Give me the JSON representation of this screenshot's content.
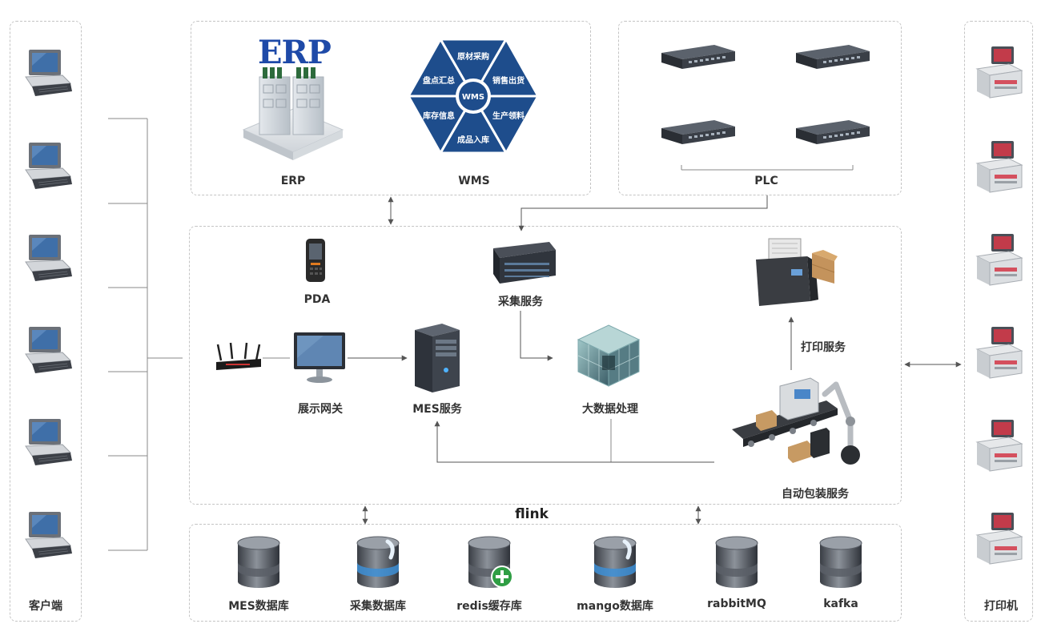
{
  "clients": {
    "label": "客户端",
    "count": 6
  },
  "printers": {
    "label": "打印机",
    "count": 6
  },
  "top_systems": {
    "erp": {
      "logo": "ERP",
      "label": "ERP"
    },
    "wms": {
      "label": "WMS",
      "center": "WMS",
      "segments": [
        "原材采购",
        "销售出货",
        "生产领料",
        "成品入库",
        "库存信息",
        "盘点汇总"
      ]
    },
    "plc": {
      "label": "PLC",
      "switch_count": 4
    }
  },
  "middle": {
    "pda": "PDA",
    "collect": "采集服务",
    "gateway": "展示网关",
    "mes": "MES服务",
    "bigdata": "大数据处理",
    "print_service": "打印服务",
    "auto_pack": "自动包装服务"
  },
  "flink": "flink",
  "databases": [
    {
      "label": "MES数据库",
      "style": "plain"
    },
    {
      "label": "采集数据库",
      "style": "blue"
    },
    {
      "label": "redis缓存库",
      "style": "plus"
    },
    {
      "label": "mango数据库",
      "style": "blue"
    },
    {
      "label": "rabbitMQ",
      "style": "plain"
    },
    {
      "label": "kafka",
      "style": "plain"
    }
  ],
  "colors": {
    "wms_blue": "#1e4d8c",
    "dashed_border": "#c4c4c4",
    "line": "#8a8a8a"
  }
}
